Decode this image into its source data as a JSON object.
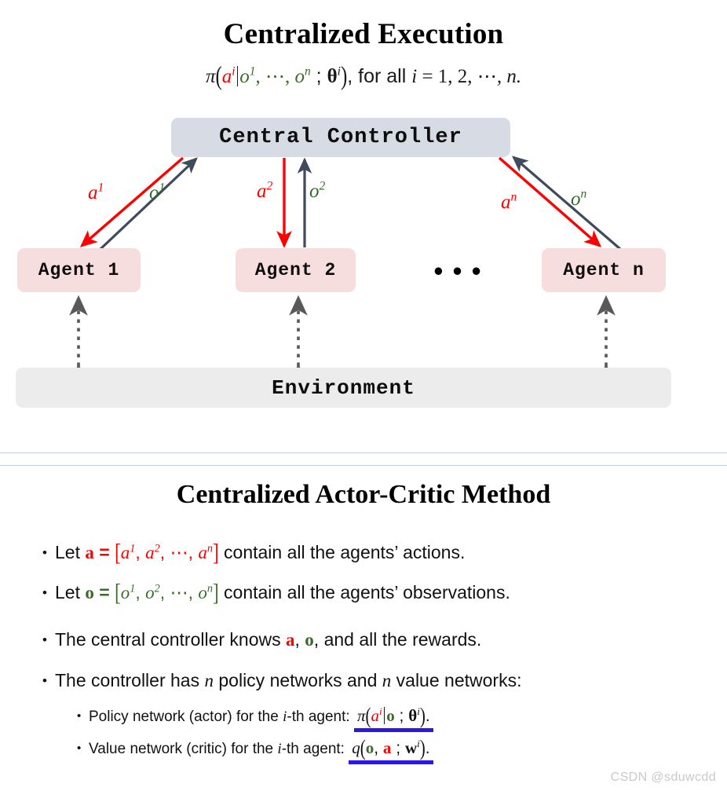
{
  "top": {
    "title": "Centralized Execution",
    "formula": {
      "pi": "π",
      "action_sym": "a",
      "action_sup": "i",
      "obs_sym": "o",
      "obs_sup_1": "1",
      "obs_dots": "⋯",
      "obs_sup_n": "n",
      "semicolon": ";",
      "theta_sym": "θ",
      "theta_sup": "i",
      "tail": ", for all ",
      "i_sym": "i",
      "equals": " = 1, 2, ",
      "tail_dots": "⋯",
      "tail_end": ", n."
    },
    "nodes": {
      "central_controller": "Central Controller",
      "agent_1": "Agent 1",
      "agent_2": "Agent 2",
      "agent_n": "Agent n",
      "ellipsis": "• • •",
      "environment": "Environment"
    },
    "edge_labels": {
      "a1": "a",
      "a1_sup": "1",
      "o1": "o",
      "o1_sup": "1",
      "a2": "a",
      "a2_sup": "2",
      "o2": "o",
      "o2_sup": "2",
      "an": "a",
      "an_sup": "n",
      "on": "o",
      "on_sup": "n"
    },
    "colors": {
      "action_arrow": "#ff0000",
      "observation_arrow": "#3f4a5c",
      "env_arrow": "#595959",
      "controller_box": "#d7dce4",
      "agent_box": "#f7dede",
      "environment_box": "#ececed",
      "action_text": "#ff0000",
      "observation_text": "#2f6b2a"
    }
  },
  "bottom": {
    "title": "Centralized Actor-Critic Method",
    "bullet_marker": "•",
    "bullets": {
      "b1_pre": "Let ",
      "b1_a": "a",
      "b1_eq": " = ",
      "b1_vec_open": "[",
      "b1_a1": "a",
      "b1_a1_sup": "1",
      "b1_a2": "a",
      "b1_a2_sup": "2",
      "b1_dots": "⋯",
      "b1_an": "a",
      "b1_an_sup": "n",
      "b1_vec_close": "]",
      "b1_post": " contain all the agents’ actions.",
      "b2_pre": "Let ",
      "b2_o": "o",
      "b2_eq": " = ",
      "b2_vec_open": "[",
      "b2_o1": "o",
      "b2_o1_sup": "1",
      "b2_o2": "o",
      "b2_o2_sup": "2",
      "b2_dots": "⋯",
      "b2_on": "o",
      "b2_on_sup": "n",
      "b2_vec_close": "]",
      "b2_post": " contain all the agents’ observations.",
      "b3_pre": "The central controller knows ",
      "b3_a": "a",
      "b3_mid": ", ",
      "b3_o": "o",
      "b3_post": ", and all the rewards.",
      "b4_pre": "The controller has ",
      "b4_n1": "n",
      "b4_mid": " policy networks and ",
      "b4_n2": "n",
      "b4_post": " value networks:"
    },
    "subbullets": {
      "s1_pre": "Policy network (actor) for the ",
      "s1_i": "i",
      "s1_mid": "-th agent:  ",
      "s1_pi": "π",
      "s1_a": "a",
      "s1_a_sup": "i",
      "s1_o": "o",
      "s1_semi": ";",
      "s1_theta": "θ",
      "s1_theta_sup": "i",
      "s1_period": ".",
      "s2_pre": "Value network (critic) for the ",
      "s2_i": "i",
      "s2_mid": "-th agent:  ",
      "s2_q": "q",
      "s2_o": "o",
      "s2_comma": ", ",
      "s2_a": "a",
      "s2_semi": ";",
      "s2_w": "w",
      "s2_w_sup": "i",
      "s2_period": "."
    },
    "underline_color": "#2a18e0"
  },
  "watermark": "CSDN @sduwcdd"
}
